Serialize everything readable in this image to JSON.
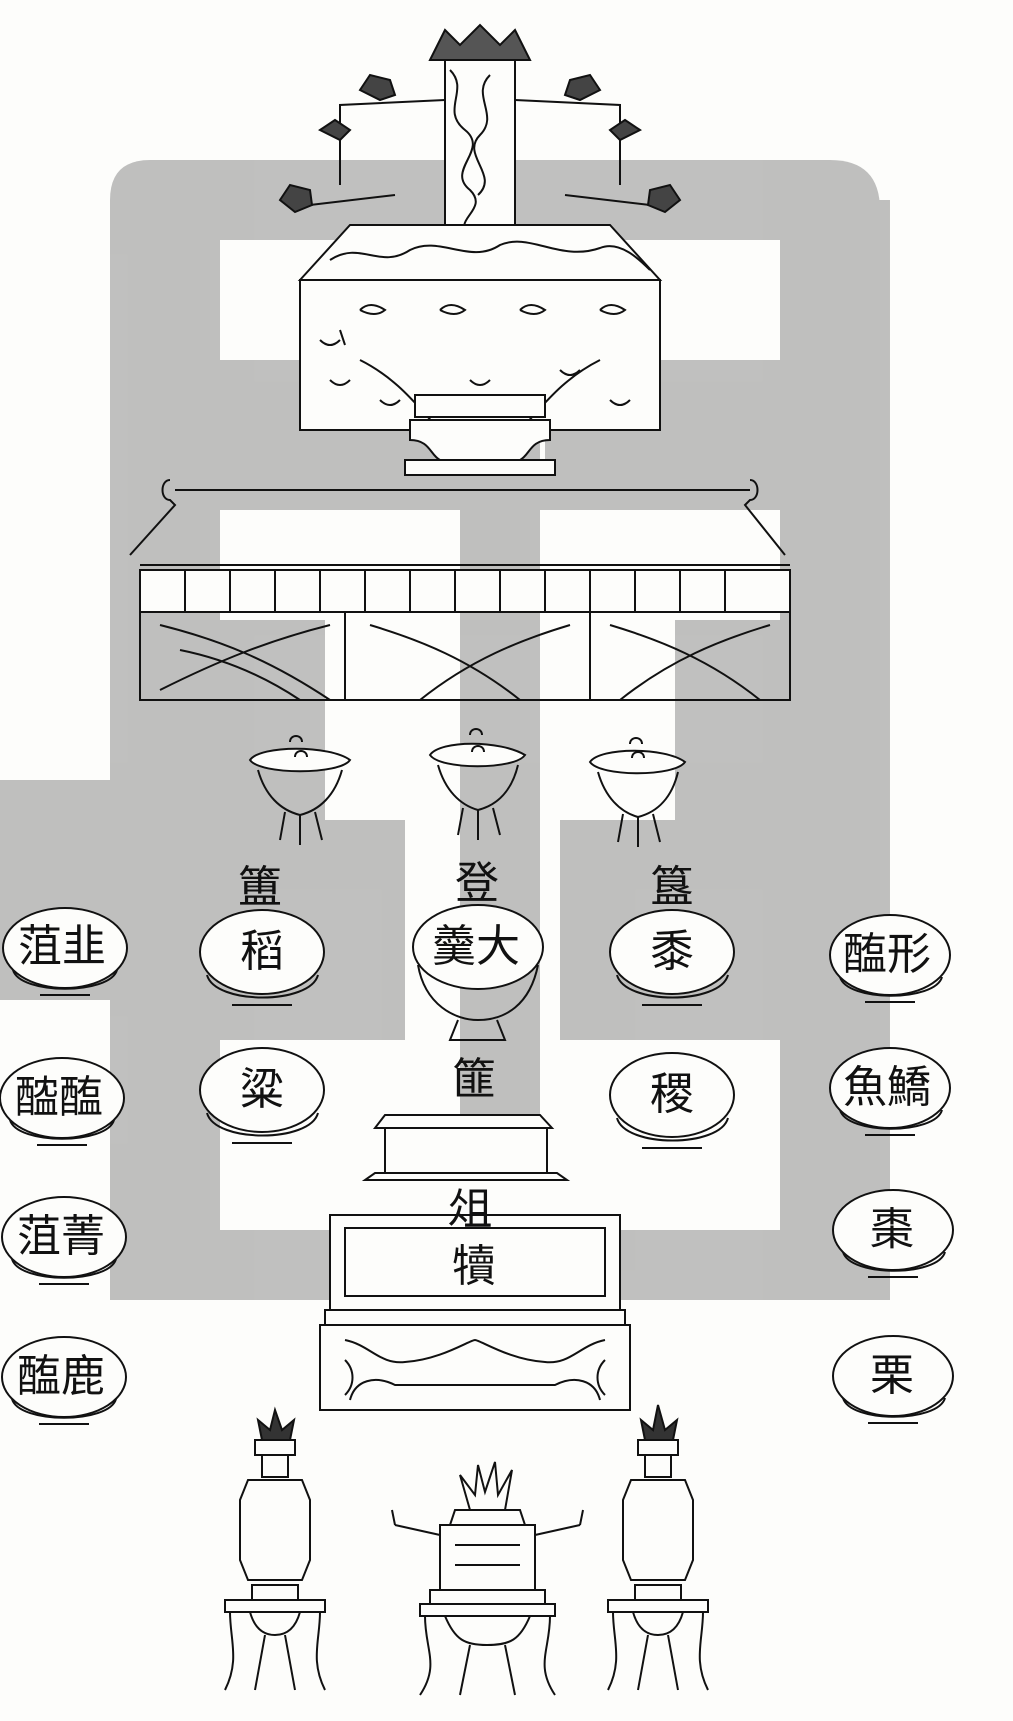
{
  "vessels": {
    "left_col": [
      "菹韭",
      "醓醢",
      "菹菁",
      "醢鹿"
    ],
    "left_mid": [
      "稻",
      "粱"
    ],
    "center": "羹大",
    "right_mid": [
      "黍",
      "稷"
    ],
    "right_col": [
      "醢形",
      "魚鱎",
      "棗",
      "栗"
    ]
  },
  "labels": {
    "fu": "簠",
    "deng": "登",
    "gui": "簋",
    "fei": "篚",
    "zu": "俎",
    "du": "犢"
  },
  "colors": {
    "ink": "#111111",
    "paper": "#fdfdfb",
    "watermark": "#9a9a9a"
  }
}
